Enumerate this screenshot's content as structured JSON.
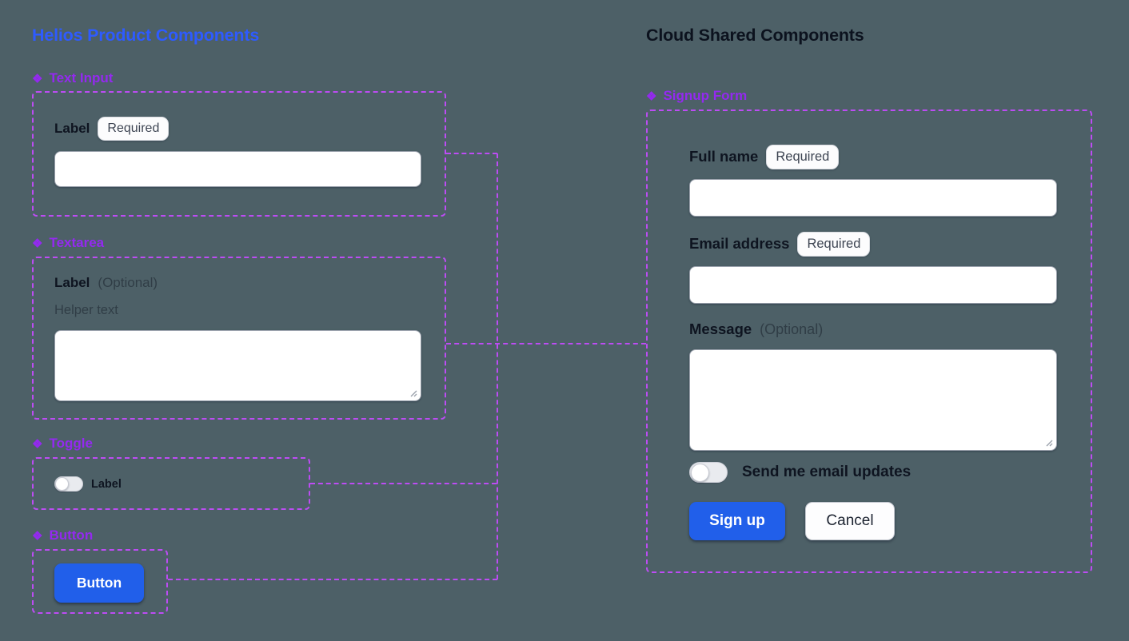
{
  "colors": {
    "background": "#4d6067",
    "helios_title_blue": "#2e5bff",
    "component_purple": "#9429f0",
    "dashed_outline": "#bd4cf4",
    "primary_button_blue": "#215fea",
    "text_dark": "#0e1420",
    "muted_gray": "#6b7280"
  },
  "left": {
    "title": "Helios Product Components",
    "text_input": {
      "icon": "❖",
      "heading": "Text Input",
      "label": "Label",
      "badge": "Required",
      "value": ""
    },
    "textarea": {
      "icon": "❖",
      "heading": "Textarea",
      "label": "Label",
      "optional": "(Optional)",
      "helper": "Helper text",
      "value": ""
    },
    "toggle": {
      "icon": "❖",
      "heading": "Toggle",
      "label": "Label",
      "state": "off"
    },
    "button": {
      "icon": "❖",
      "heading": "Button",
      "label": "Button"
    }
  },
  "right": {
    "title": "Cloud Shared Components",
    "signup": {
      "icon": "❖",
      "heading": "Signup Form",
      "full_name": {
        "label": "Full name",
        "badge": "Required",
        "value": ""
      },
      "email": {
        "label": "Email address",
        "badge": "Required",
        "value": ""
      },
      "message": {
        "label": "Message",
        "optional": "(Optional)",
        "value": ""
      },
      "updates_toggle": {
        "label": "Send me email updates",
        "state": "off"
      },
      "sign_up_label": "Sign up",
      "cancel_label": "Cancel"
    }
  }
}
